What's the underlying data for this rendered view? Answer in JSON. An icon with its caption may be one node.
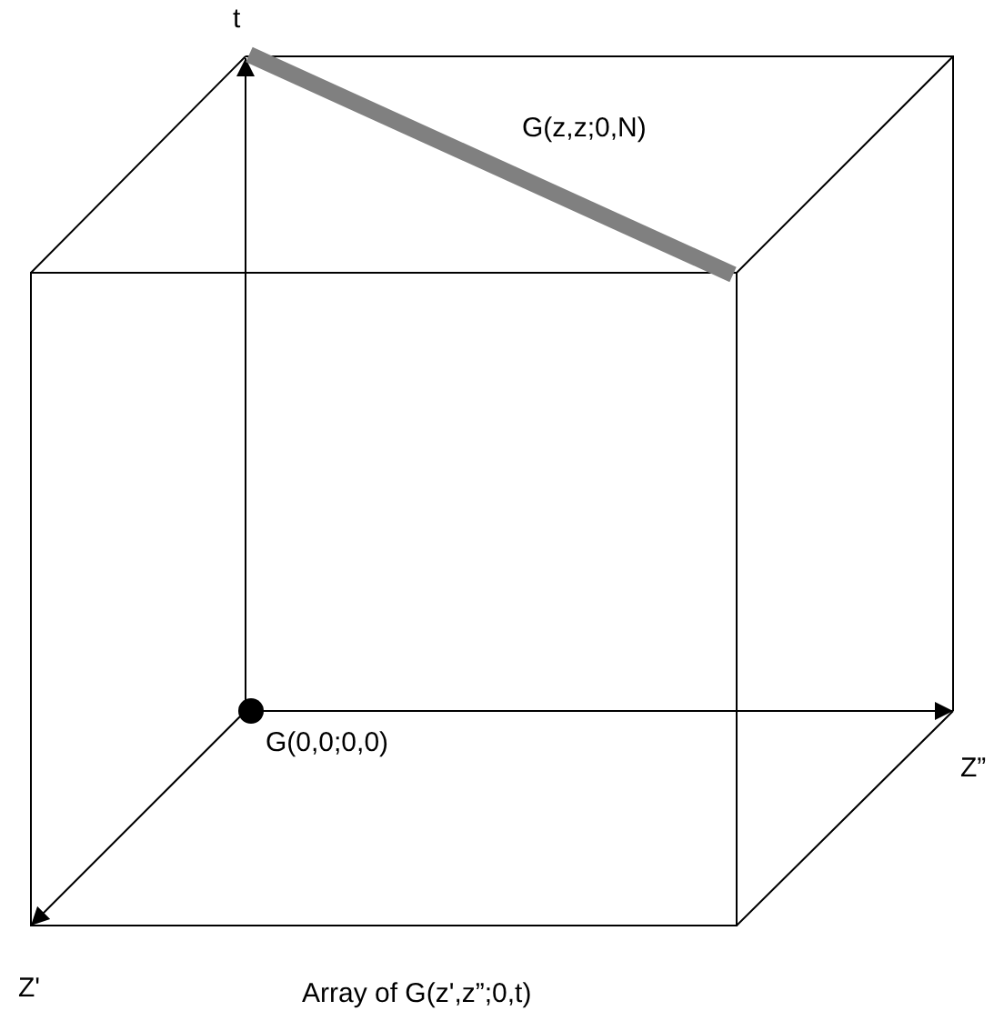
{
  "diagram": {
    "labels": [
      "t",
      "G(z,z;0,N)",
      "G(0,0;0,0)",
      "Z”",
      "Z'"
    ],
    "caption": "Array of G(z',z”;0,t)"
  }
}
